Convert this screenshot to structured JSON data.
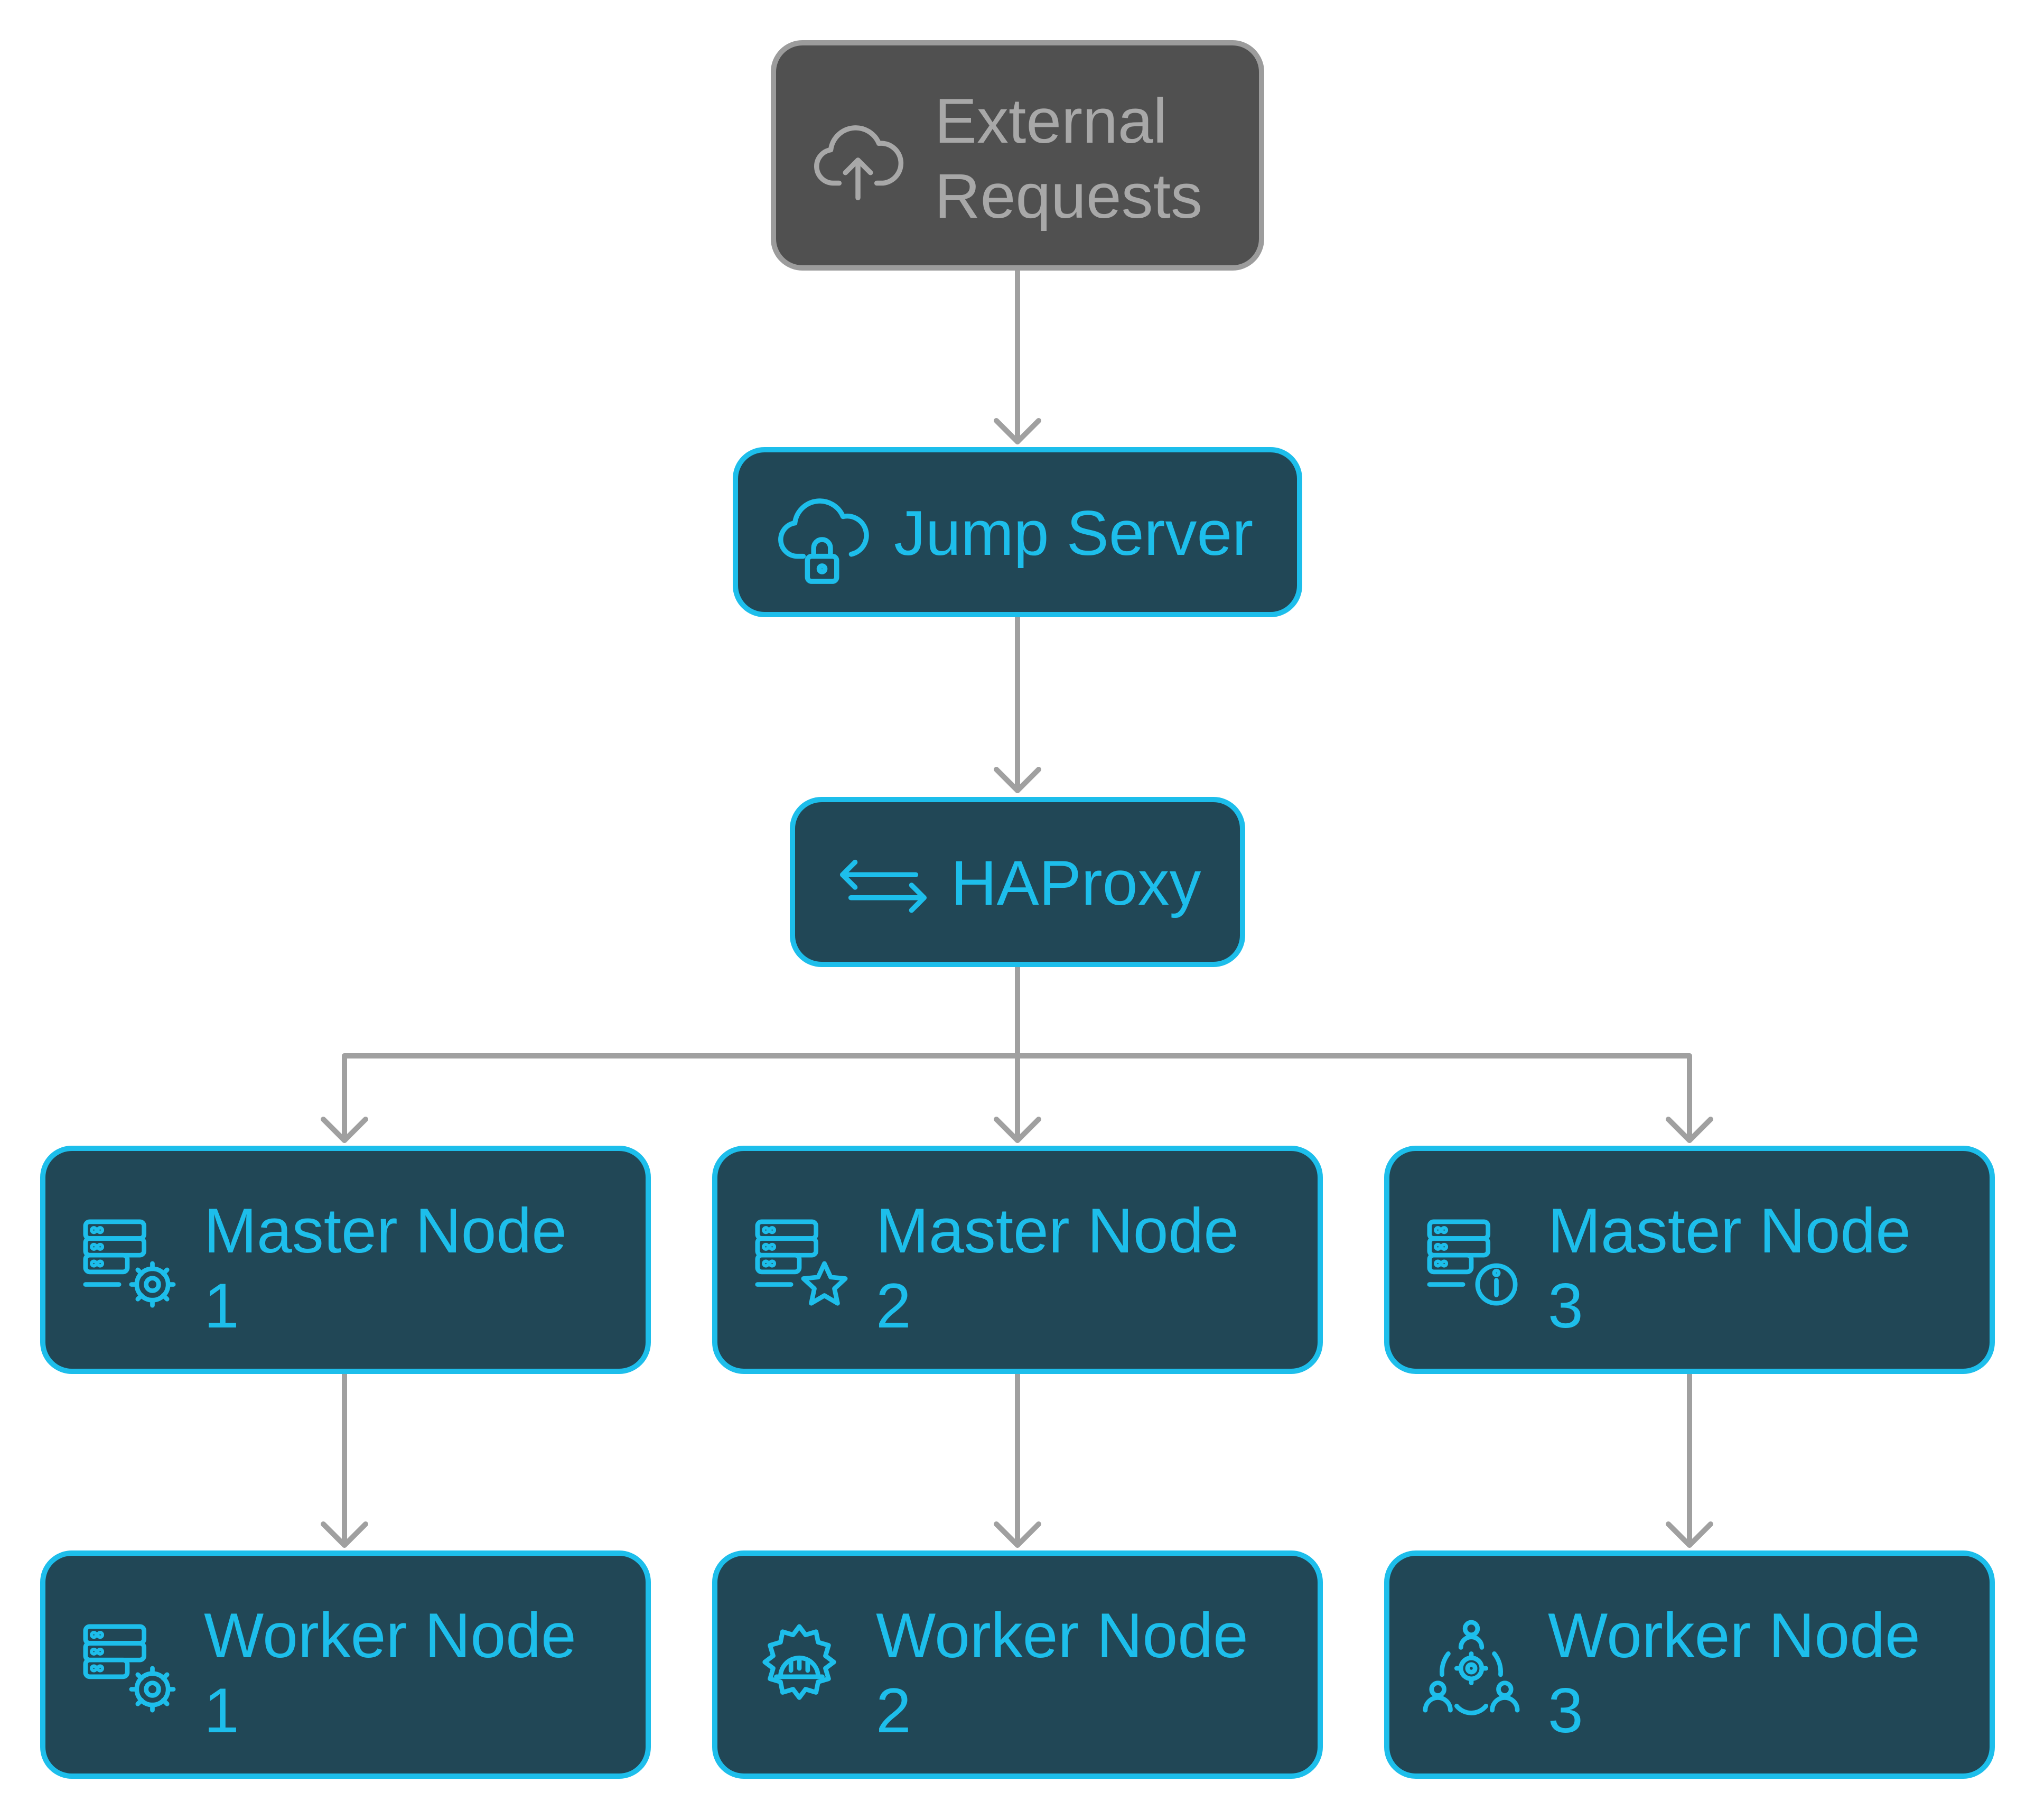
{
  "colors": {
    "node_fill": "#214756",
    "node_accent": "#1DBEEB",
    "external_fill": "#505050",
    "external_border": "#9C9C9C",
    "external_text": "#A8A8A8",
    "connector": "#A0A0A0",
    "background": "#FFFFFF"
  },
  "nodes": {
    "external_requests": {
      "label": "External\nRequests",
      "icon": "cloud-upload-icon"
    },
    "jump_server": {
      "label": "Jump Server",
      "icon": "cloud-lock-icon"
    },
    "haproxy": {
      "label": "HAProxy",
      "icon": "arrows-left-right-icon"
    },
    "master_1": {
      "label": "Master Node\n1",
      "icon": "server-gear-icon"
    },
    "master_2": {
      "label": "Master Node\n2",
      "icon": "server-star-icon"
    },
    "master_3": {
      "label": "Master Node\n3",
      "icon": "server-info-icon"
    },
    "worker_1": {
      "label": "Worker Node\n1",
      "icon": "server-gear-icon"
    },
    "worker_2": {
      "label": "Worker Node\n2",
      "icon": "gear-hardhat-icon"
    },
    "worker_3": {
      "label": "Worker Node\n3",
      "icon": "team-gear-icon"
    }
  },
  "edges": [
    {
      "from": "external_requests",
      "to": "jump_server"
    },
    {
      "from": "jump_server",
      "to": "haproxy"
    },
    {
      "from": "haproxy",
      "to": "master_1"
    },
    {
      "from": "haproxy",
      "to": "master_2"
    },
    {
      "from": "haproxy",
      "to": "master_3"
    },
    {
      "from": "master_1",
      "to": "worker_1"
    },
    {
      "from": "master_2",
      "to": "worker_2"
    },
    {
      "from": "master_3",
      "to": "worker_3"
    }
  ]
}
